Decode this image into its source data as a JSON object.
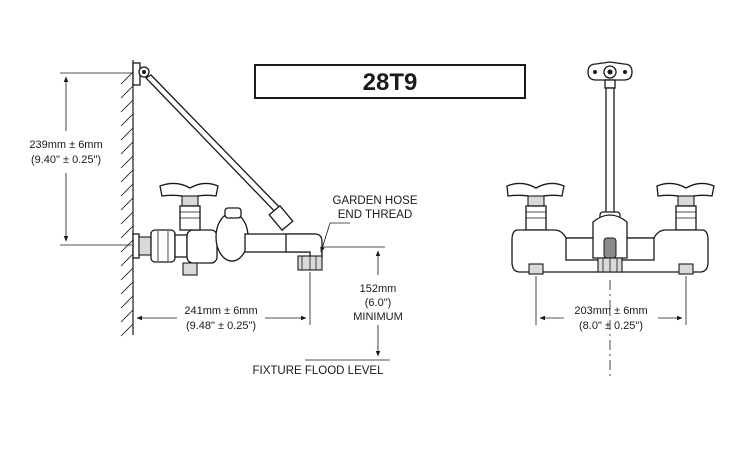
{
  "model": "28T9",
  "dimensions": {
    "bracket_height_mm": "239mm ± 6mm",
    "bracket_height_in": "(9.40\" ± 0.25\")",
    "projection_mm": "241mm ± 6mm",
    "projection_in": "(9.48\" ± 0.25\")",
    "clearance_mm": "152mm",
    "clearance_in": "(6.0\")",
    "clearance_note": "MINIMUM",
    "centers_mm": "203mm ± 6mm",
    "centers_in": "(8.0\" ± 0.25\")"
  },
  "notes": {
    "hose_line1": "GARDEN HOSE",
    "hose_line2": "END THREAD",
    "flood_level": "FIXTURE FLOOD LEVEL"
  }
}
